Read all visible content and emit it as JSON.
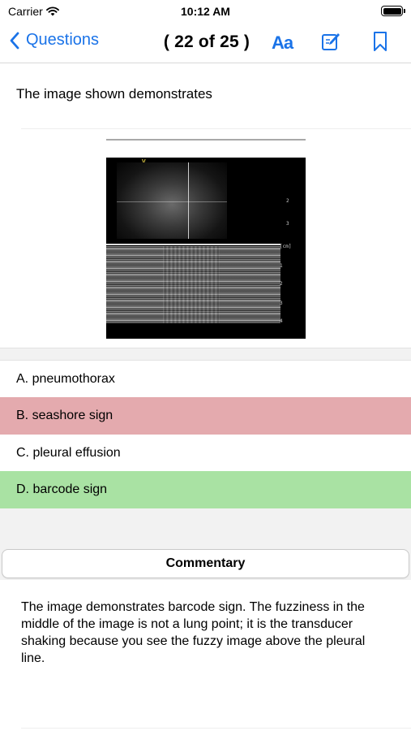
{
  "status_bar": {
    "carrier": "Carrier",
    "time": "10:12 AM"
  },
  "nav": {
    "back_label": "Questions",
    "title": "( 22 of 25 )",
    "font_button_label": "Aa"
  },
  "question": {
    "text": "The image shown demonstrates"
  },
  "options": [
    {
      "label": "A. pneumothorax",
      "state": "default"
    },
    {
      "label": "B. seashore sign",
      "state": "incorrect"
    },
    {
      "label": "C. pleural effusion",
      "state": "default"
    },
    {
      "label": "D. barcode sign",
      "state": "correct"
    }
  ],
  "commentary": {
    "button_label": "Commentary",
    "text": "The image demonstrates barcode sign. The fuzziness in the middle of the image is not a lung point; it is the transducer shaking because you see the fuzzy image above the pleural line."
  },
  "colors": {
    "accent": "#1a73e8",
    "incorrect": "#e4aaae",
    "correct": "#a9e2a3",
    "band": "#f2f2f2"
  },
  "icons": [
    "wifi-icon",
    "battery-icon",
    "chevron-left-icon",
    "font-size-icon",
    "edit-note-icon",
    "bookmark-icon"
  ]
}
